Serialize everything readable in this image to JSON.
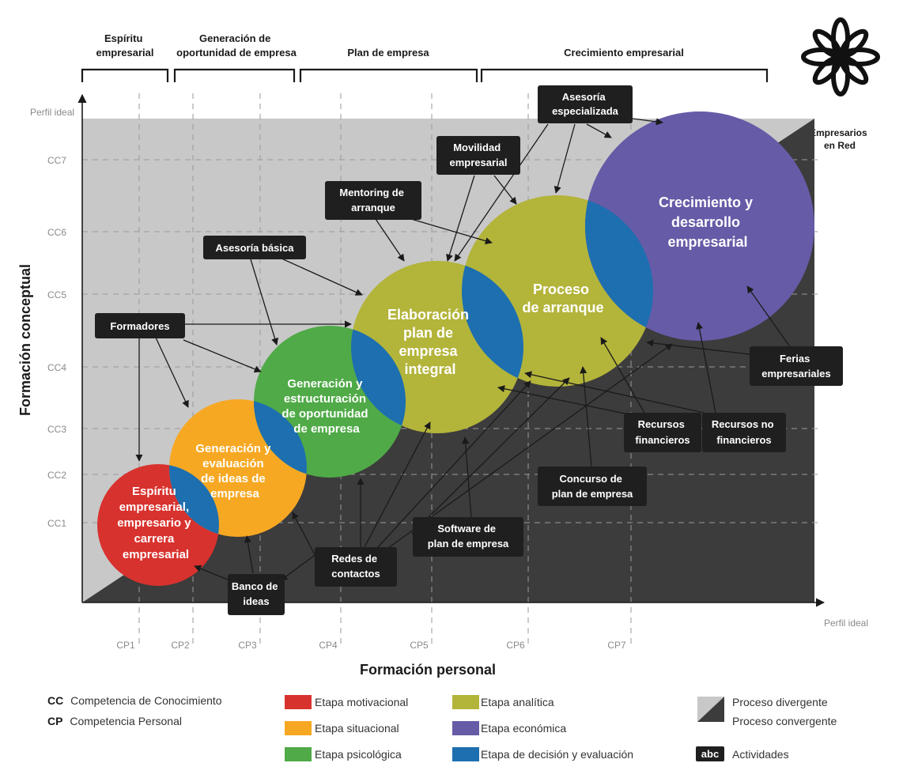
{
  "stages": [
    {
      "id": "espiritu",
      "lines": [
        "Espíritu",
        "empresarial"
      ]
    },
    {
      "id": "generacion",
      "lines": [
        "Generación de",
        "oportunidad de empresa"
      ]
    },
    {
      "id": "plan",
      "lines": [
        "Plan de empresa"
      ]
    },
    {
      "id": "crecimiento",
      "lines": [
        "Crecimiento empresarial"
      ]
    }
  ],
  "logo": {
    "lines": [
      "Empresarios",
      "en Red"
    ]
  },
  "axes": {
    "y_title": "Formación conceptual",
    "x_title": "Formación personal",
    "y_ideal": "Perfil ideal",
    "x_ideal": "Perfil ideal",
    "cc_ticks": [
      "CC7",
      "CC6",
      "CC5",
      "CC4",
      "CC3",
      "CC2",
      "CC1"
    ],
    "cp_ticks": [
      "CP1",
      "CP2",
      "CP3",
      "CP4",
      "CP5",
      "CP6",
      "CP7"
    ]
  },
  "circles": [
    {
      "id": "motivacional",
      "lines": [
        "Espíritu",
        "empresarial,",
        "empresario y",
        "carrera",
        "empresarial"
      ],
      "color": "#d8322e"
    },
    {
      "id": "situacional",
      "lines": [
        "Generación y",
        "evaluación",
        "de ideas de",
        "empresa"
      ],
      "color": "#f7a823"
    },
    {
      "id": "psicologica",
      "lines": [
        "Generación y",
        "estructuración",
        "de oportunidad",
        "de empresa"
      ],
      "color": "#4faa47"
    },
    {
      "id": "analitica",
      "lines": [
        "Elaboración",
        "plan de",
        "empresa",
        "integral"
      ],
      "color": "#b3b43a"
    },
    {
      "id": "arranque",
      "lines": [
        "Proceso",
        "de arranque"
      ],
      "color": "#b3b43a"
    },
    {
      "id": "economica",
      "lines": [
        "Crecimiento y",
        "desarrollo",
        "empresarial"
      ],
      "color": "#665ba7"
    }
  ],
  "activities": [
    {
      "id": "asesoria-especializada",
      "lines": [
        "Asesoría",
        "especializada"
      ]
    },
    {
      "id": "movilidad",
      "lines": [
        "Movilidad",
        "empresarial"
      ]
    },
    {
      "id": "mentoring",
      "lines": [
        "Mentoring de",
        "arranque"
      ]
    },
    {
      "id": "asesoria-basica",
      "lines": [
        "Asesoría básica"
      ]
    },
    {
      "id": "formadores",
      "lines": [
        "Formadores"
      ]
    },
    {
      "id": "ferias",
      "lines": [
        "Ferias",
        "empresariales"
      ]
    },
    {
      "id": "recursos-financieros",
      "lines": [
        "Recursos",
        "financieros"
      ]
    },
    {
      "id": "recursos-no-financieros",
      "lines": [
        "Recursos no",
        "financieros"
      ]
    },
    {
      "id": "concurso",
      "lines": [
        "Concurso de",
        "plan de empresa"
      ]
    },
    {
      "id": "software",
      "lines": [
        "Software de",
        "plan de empresa"
      ]
    },
    {
      "id": "redes",
      "lines": [
        "Redes de",
        "contactos"
      ]
    },
    {
      "id": "banco",
      "lines": [
        "Banco de",
        "ideas"
      ]
    }
  ],
  "legend": {
    "cc": {
      "abbr": "CC",
      "text": "Competencia de Conocimiento"
    },
    "cp": {
      "abbr": "CP",
      "text": "Competencia Personal"
    },
    "etapas": [
      {
        "label": "Etapa motivacional",
        "color": "#d8322e"
      },
      {
        "label": "Etapa situacional",
        "color": "#f7a823"
      },
      {
        "label": "Etapa psicológica",
        "color": "#4faa47"
      },
      {
        "label": "Etapa analítica",
        "color": "#b3b43a"
      },
      {
        "label": "Etapa económica",
        "color": "#665ba7"
      },
      {
        "label": "Etapa de decisión y evaluación",
        "color": "#1d6fb0"
      }
    ],
    "divergente": "Proceso divergente",
    "convergente": "Proceso convergente",
    "abc": "abc",
    "actividades": "Actividades"
  }
}
